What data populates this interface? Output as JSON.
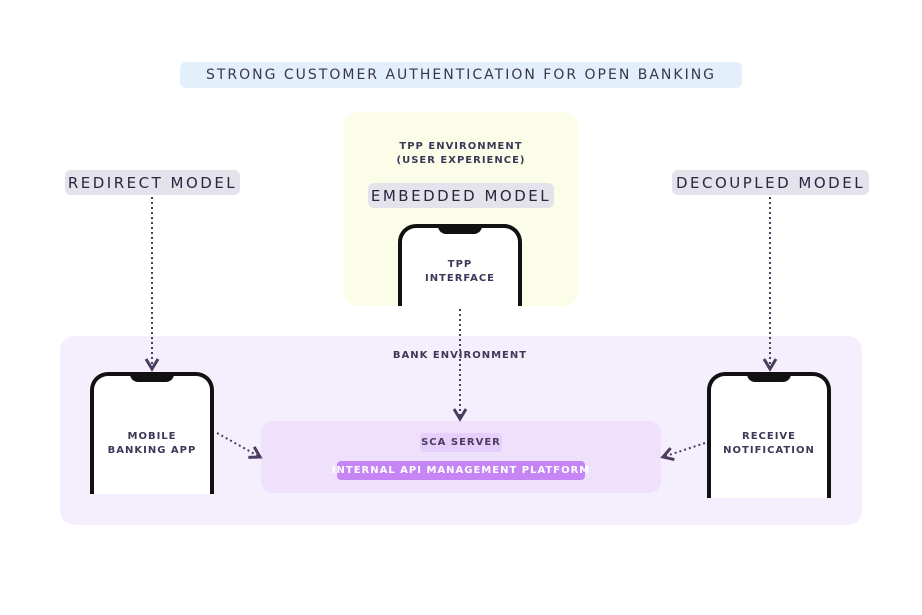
{
  "title": "STRONG CUSTOMER AUTHENTICATION FOR OPEN BANKING",
  "tpp_environment": {
    "line1": "TPP ENVIRONMENT",
    "line2": "(USER EXPERIENCE)"
  },
  "models": {
    "redirect": "REDIRECT MODEL",
    "embedded": "EMBEDDED MODEL",
    "decoupled": "DECOUPLED MODEL"
  },
  "phones": {
    "tpp": {
      "line1": "TPP",
      "line2": "INTERFACE"
    },
    "mobile": {
      "line1": "MOBILE",
      "line2": "BANKING APP"
    },
    "notify": {
      "line1": "RECEIVE",
      "line2": "NOTIFICATION"
    }
  },
  "bank_environment": "BANK ENVIRONMENT",
  "sca_server": "SCA SERVER",
  "api_platform": "INTERNAL API MANAGEMENT PLATFORM",
  "colors": {
    "title_bg": "#e3f0fb",
    "tpp_bg": "#fbfde9",
    "bank_bg": "#f5effd",
    "sca_bg": "#efe0fc",
    "sca_pill": "#e6cffb",
    "api_pill": "#c585f5",
    "arrow": "#4a3d5e"
  }
}
